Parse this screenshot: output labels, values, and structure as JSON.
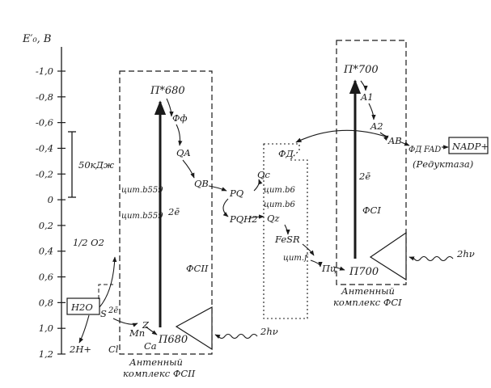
{
  "axis": {
    "title": "E′₀, B",
    "ticks": [
      "-1,0",
      "-0,8",
      "-0,6",
      "-0,4",
      "-0,2",
      "0",
      "0,2",
      "0,4",
      "0,6",
      "0,8",
      "1,0",
      "1,2"
    ]
  },
  "scale_bar": {
    "label": "50кДж"
  },
  "psii": {
    "name": "ФСII",
    "antenna": "Антенный\nкомплекс ФСII",
    "p680_excited": "П*680",
    "p680": "П680",
    "pheo": "Фф",
    "qa": "QA",
    "qb": "QB",
    "cyt_b559_a": "цит.b559",
    "cyt_b559_b": "цит.b559",
    "two_e": "2ē",
    "mn": "Mn",
    "ca": "Ca",
    "z": "Z",
    "s": "S",
    "s_electrons": "2ē",
    "h2o": "H2O",
    "o2": "1/2 O2",
    "protons": "2H+",
    "cl": "Cl",
    "light": "2hν"
  },
  "pq": {
    "pq": "PQ",
    "pqh2": "PQH2"
  },
  "cytbf": {
    "qc": "Qc",
    "qz": "Qz",
    "cyt_b6_a": "цит.b6",
    "cyt_b6_b": "цит.b6",
    "fes": "FeSR",
    "cyt_f": "цит.f",
    "fd": "ФД"
  },
  "psi": {
    "name": "ФСI",
    "antenna": "Антенный\nкомплекс ФСI",
    "p700_excited": "П*700",
    "p700": "П700",
    "pc": "Пц",
    "a1": "A1",
    "a2": "A2",
    "ab": "AB",
    "fd": "ФД",
    "fad": "FAD",
    "nadp": "NADP+",
    "reductase": "(Редуктаза)",
    "two_e": "2ē",
    "light": "2hν"
  },
  "colors": {
    "ink": "#1a1a1a",
    "paper": "#ffffff"
  }
}
